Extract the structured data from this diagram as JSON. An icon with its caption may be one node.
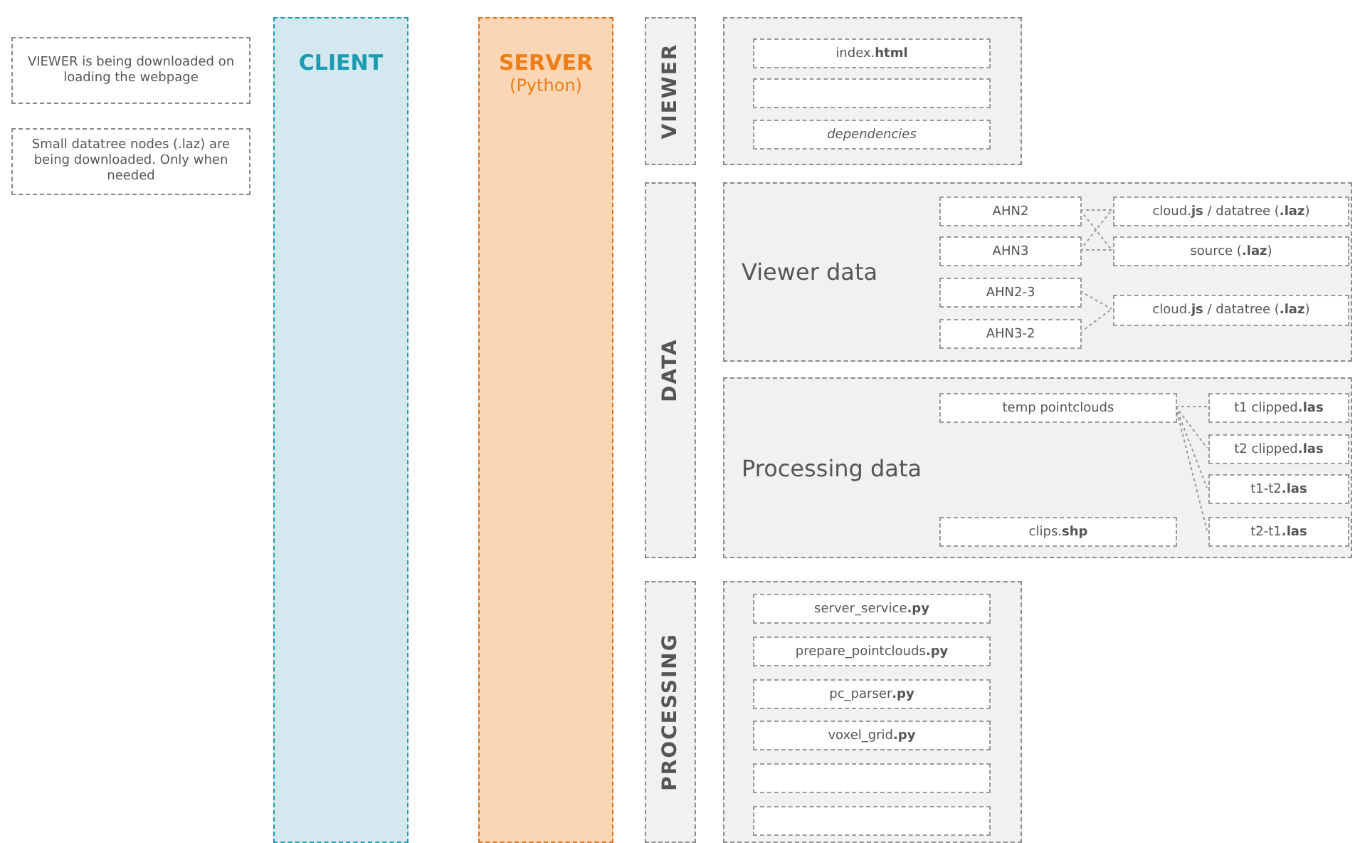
{
  "diagram": {
    "nodes": [
      {
        "text": [
          "VIEWER is being downloaded on loading the webpage"
        ]
      },
      {
        "text": [
          "Small datatree nodes (.laz) are being downloaded. Only when needed"
        ]
      },
      {
        "text": [
          "CLIENT"
        ]
      },
      {
        "text": [
          "SERVER",
          "(Python)"
        ]
      },
      {
        "text": [
          "VIEWER"
        ]
      },
      {
        "text": [],
        "shape": "box"
      },
      {
        "text": [
          "index.**html**"
        ],
        "in": 5
      },
      {
        "text": [],
        "shape": "box",
        "in": 5
      },
      {
        "text": [
          "dependencies"
        ],
        "in": 5
      },
      {
        "text": [
          "DATA"
        ]
      },
      {
        "text": [
          "Viewer data"
        ]
      },
      {
        "text": [
          "AHN2"
        ],
        "in": 10
      },
      {
        "text": [
          "AHN3"
        ],
        "in": 10
      },
      {
        "text": [
          "AHN2-3"
        ],
        "in": 10
      },
      {
        "text": [
          "AHN3-2"
        ],
        "in": 10
      },
      {
        "text": [
          "cloud.**js** / datatree (**.laz**)"
        ],
        "in": 10
      },
      {
        "text": [
          "source (**.laz**)"
        ],
        "in": 10
      },
      {
        "text": [
          "cloud.**js** / datatree (**.laz**)"
        ],
        "in": 10
      },
      {
        "text": [
          "Processing data"
        ]
      },
      {
        "text": [
          "temp pointclouds"
        ],
        "in": 18
      },
      {
        "text": [
          "clips.**shp**"
        ],
        "in": 18
      },
      {
        "text": [
          "t1 clipped**.las**"
        ],
        "in": 18
      },
      {
        "text": [
          "t2 clipped**.las**"
        ],
        "in": 18
      },
      {
        "text": [
          "t1-t2**.las**"
        ],
        "in": 18
      },
      {
        "text": [
          "t2-t1**.las**"
        ],
        "in": 18
      },
      {
        "text": [
          "PROCESSING"
        ]
      },
      {
        "text": [],
        "shape": "box"
      },
      {
        "text": [
          "server_service**.py**"
        ],
        "in": 26
      },
      {
        "text": [
          "prepare_pointclouds**.py**"
        ],
        "in": 26
      },
      {
        "text": [
          "pc_parser**.py**"
        ],
        "in": 26
      },
      {
        "text": [
          "voxel_grid**.py**"
        ],
        "in": 26
      },
      {
        "text": [],
        "shape": "box",
        "in": 26
      },
      {
        "text": [],
        "shape": "box",
        "in": 26
      }
    ],
    "edges": [
      {
        "from": 11,
        "to": 15,
        "arrow": "none",
        "style": "dashed"
      },
      {
        "from": 11,
        "to": 16,
        "arrow": "none",
        "style": "dashed"
      },
      {
        "from": 12,
        "to": 15,
        "arrow": "none",
        "style": "dashed"
      },
      {
        "from": 12,
        "to": 16,
        "arrow": "none",
        "style": "dashed"
      },
      {
        "from": 13,
        "to": 17,
        "arrow": "none",
        "style": "dashed"
      },
      {
        "from": 14,
        "to": 17,
        "arrow": "none",
        "style": "dashed"
      },
      {
        "from": 19,
        "to": 21,
        "arrow": "none",
        "style": "dashed"
      },
      {
        "from": 19,
        "to": 22,
        "arrow": "none",
        "style": "dashed"
      },
      {
        "from": 19,
        "to": 23,
        "arrow": "none",
        "style": "dashed"
      },
      {
        "from": 19,
        "to": 24,
        "arrow": "none",
        "style": "dashed"
      }
    ]
  }
}
